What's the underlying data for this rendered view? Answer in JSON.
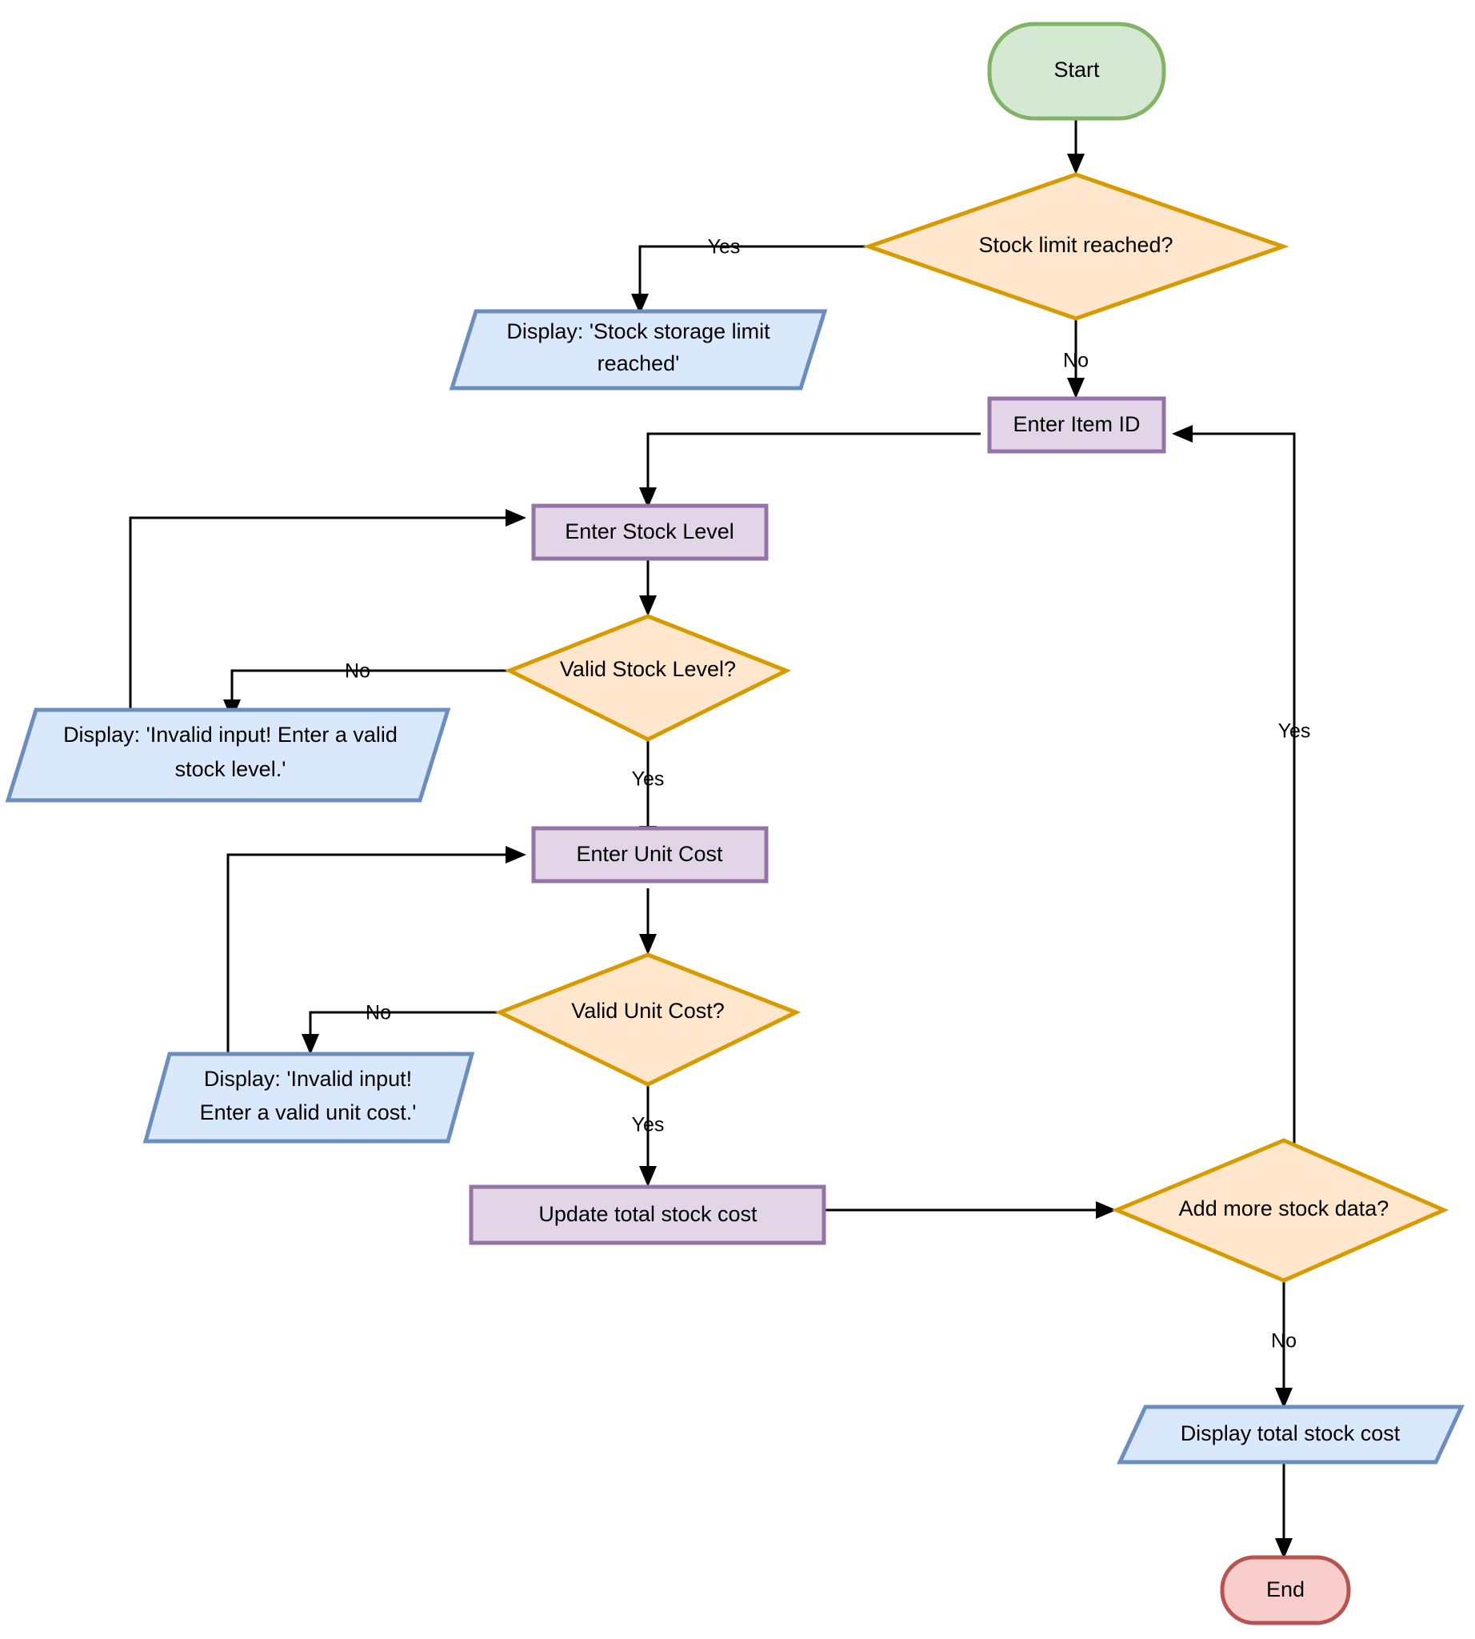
{
  "diagram": {
    "title": "Stock Inventory Entry Flowchart",
    "type": "flowchart",
    "background": "#ffffff",
    "palette": {
      "start_fill": "#d5e8d4",
      "start_stroke": "#82b366",
      "end_fill": "#f8cecc",
      "end_stroke": "#b85450",
      "decision_fill": "#ffe6cc",
      "decision_stroke": "#d79b00",
      "process_fill": "#e1d5e7",
      "process_stroke": "#9673a6",
      "io_fill": "#dae8fc",
      "io_stroke": "#6c8ebf",
      "edge_stroke": "#000000"
    }
  },
  "nodes": {
    "start": {
      "label": "Start",
      "shape": "terminator"
    },
    "stock_limit": {
      "label": "Stock limit reached?",
      "shape": "decision"
    },
    "display_limit": {
      "label_line1": "Display: 'Stock storage limit",
      "label_line2": "reached'",
      "shape": "io"
    },
    "enter_item_id": {
      "label": "Enter Item ID",
      "shape": "process"
    },
    "enter_stock_level": {
      "label": "Enter Stock Level",
      "shape": "process"
    },
    "valid_stock_level": {
      "label": "Valid Stock Level?",
      "shape": "decision"
    },
    "invalid_stock_msg": {
      "label_line1": "Display: 'Invalid input! Enter a valid",
      "label_line2": "stock level.'",
      "shape": "io"
    },
    "enter_unit_cost": {
      "label": "Enter Unit Cost",
      "shape": "process"
    },
    "valid_unit_cost": {
      "label": "Valid Unit Cost?",
      "shape": "decision"
    },
    "invalid_cost_msg": {
      "label_line1": "Display: 'Invalid input!",
      "label_line2": "Enter a valid unit cost.'",
      "shape": "io"
    },
    "update_total": {
      "label": "Update total stock cost",
      "shape": "process"
    },
    "add_more": {
      "label": "Add more stock data?",
      "shape": "decision"
    },
    "display_total": {
      "label": "Display total stock cost",
      "shape": "io"
    },
    "end": {
      "label": "End",
      "shape": "terminator"
    }
  },
  "edge_labels": {
    "limit_yes": "Yes",
    "limit_no": "No",
    "stock_level_no": "No",
    "stock_level_yes": "Yes",
    "unit_cost_no": "No",
    "unit_cost_yes": "Yes",
    "add_more_yes": "Yes",
    "add_more_no": "No"
  },
  "edges": [
    {
      "from": "start",
      "to": "stock_limit",
      "label": ""
    },
    {
      "from": "stock_limit",
      "to": "display_limit",
      "label": "Yes"
    },
    {
      "from": "stock_limit",
      "to": "enter_item_id",
      "label": "No"
    },
    {
      "from": "enter_item_id",
      "to": "enter_stock_level",
      "label": ""
    },
    {
      "from": "enter_stock_level",
      "to": "valid_stock_level",
      "label": ""
    },
    {
      "from": "valid_stock_level",
      "to": "invalid_stock_msg",
      "label": "No"
    },
    {
      "from": "invalid_stock_msg",
      "to": "enter_stock_level",
      "label": ""
    },
    {
      "from": "valid_stock_level",
      "to": "enter_unit_cost",
      "label": "Yes"
    },
    {
      "from": "enter_unit_cost",
      "to": "valid_unit_cost",
      "label": ""
    },
    {
      "from": "valid_unit_cost",
      "to": "invalid_cost_msg",
      "label": "No"
    },
    {
      "from": "invalid_cost_msg",
      "to": "enter_unit_cost",
      "label": ""
    },
    {
      "from": "valid_unit_cost",
      "to": "update_total",
      "label": "Yes"
    },
    {
      "from": "update_total",
      "to": "add_more",
      "label": ""
    },
    {
      "from": "add_more",
      "to": "enter_item_id",
      "label": "Yes"
    },
    {
      "from": "add_more",
      "to": "display_total",
      "label": "No"
    },
    {
      "from": "display_total",
      "to": "end",
      "label": ""
    }
  ]
}
